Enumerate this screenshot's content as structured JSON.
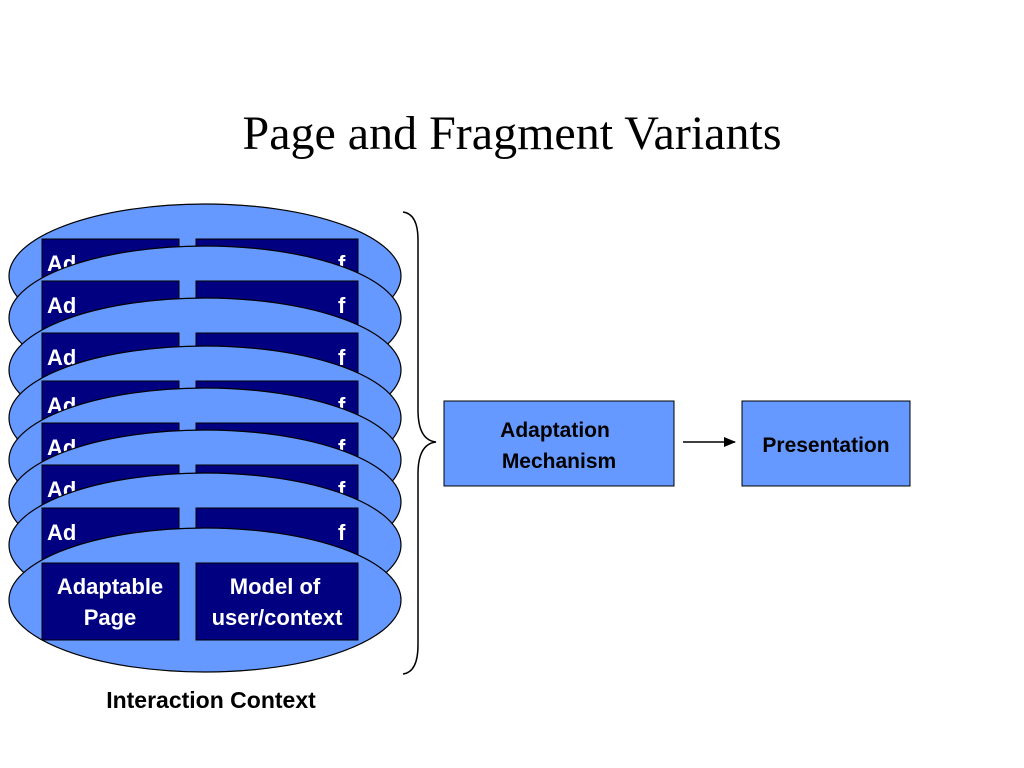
{
  "title": "Page and Fragment Variants",
  "context_stack": {
    "layer_count": 8,
    "top_layer": {
      "left_box": [
        "Adaptable",
        "Page"
      ],
      "right_box": [
        "Model of",
        "user/context"
      ]
    },
    "back_layer_fragments": {
      "left": "Ad",
      "right": "f"
    }
  },
  "caption": "Interaction Context",
  "adaptation_box": [
    "Adaptation",
    "Mechanism"
  ],
  "presentation_box": "Presentation",
  "colors": {
    "ellipse_fill": "#6699ff",
    "inner_box_fill": "#000080",
    "process_box_fill": "#6699ff",
    "stroke": "#000000"
  }
}
